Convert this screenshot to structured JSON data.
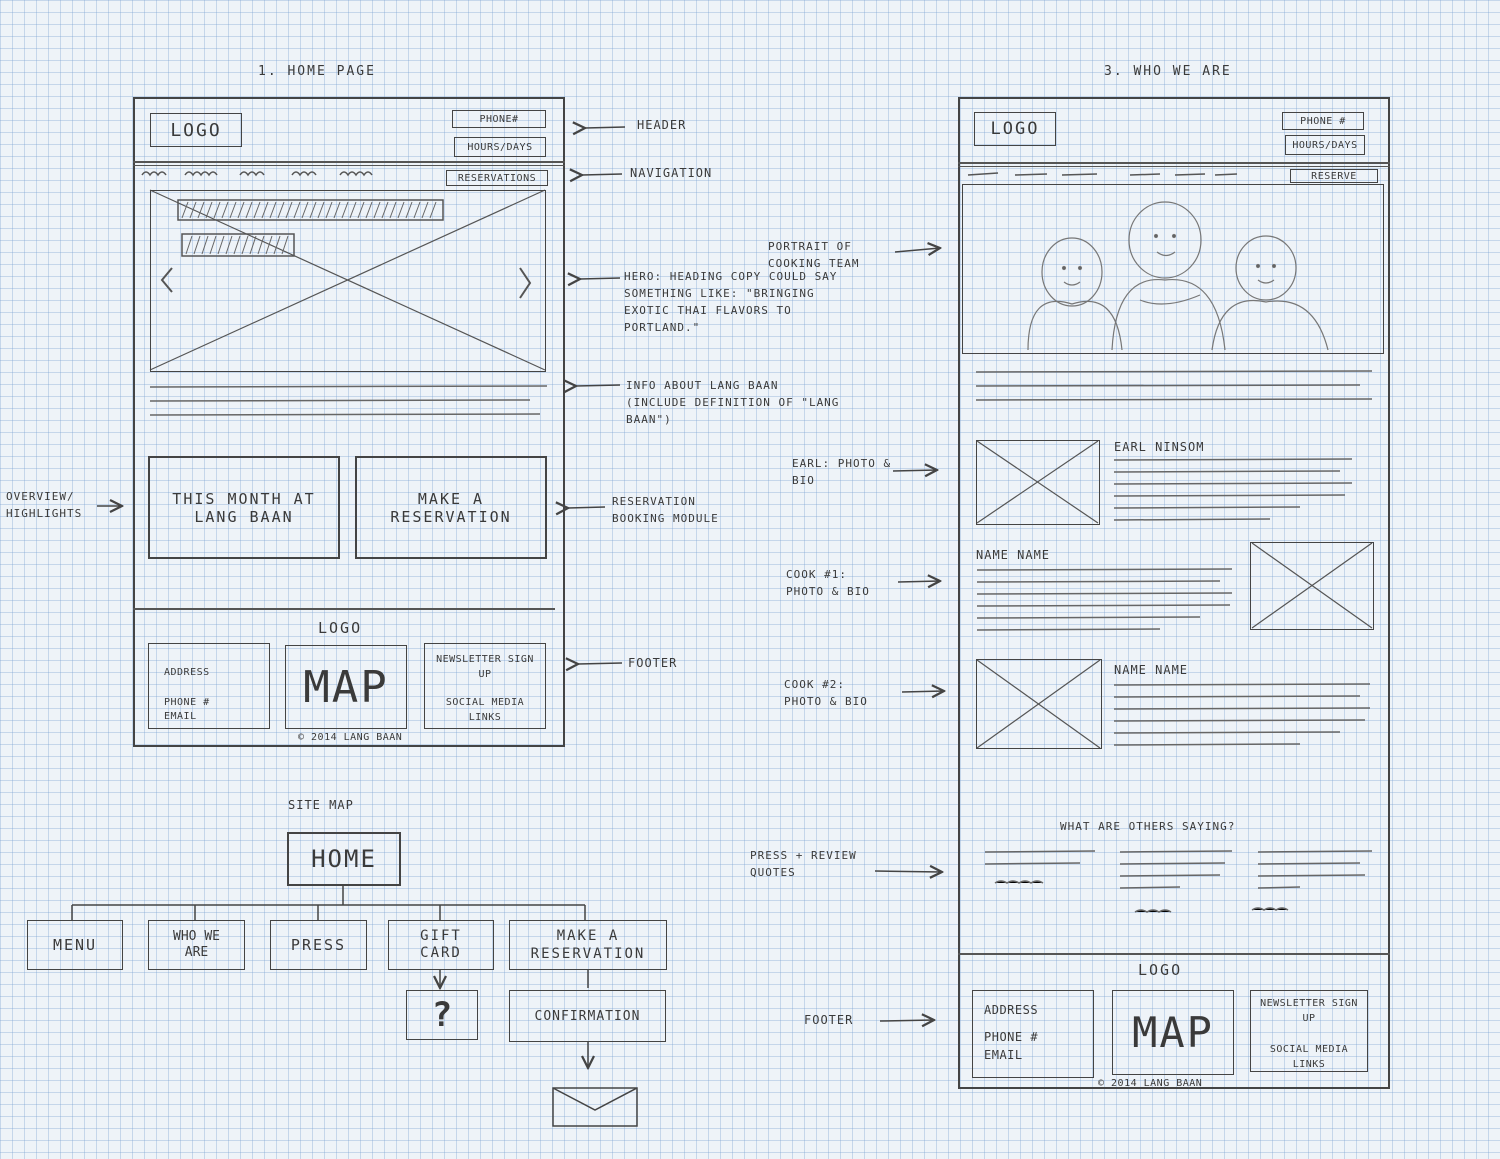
{
  "home_page": {
    "title": "1. HOME PAGE",
    "logo": "LOGO",
    "phone": "PHONE#",
    "hours": "HOURS/DAYS",
    "reservations_button": "RESERVATIONS",
    "overview_left": "THIS MONTH AT LANG BAAN",
    "overview_right": "MAKE A RESERVATION",
    "footer_logo": "LOGO",
    "footer_address": "ADDRESS",
    "footer_phone": "PHONE #",
    "footer_email": "EMAIL",
    "footer_map": "MAP",
    "footer_newsletter": "NEWSLETTER SIGN UP",
    "footer_social": "SOCIAL MEDIA LINKS",
    "copyright": "© 2014 LANG BAAN"
  },
  "home_annotations": {
    "header": "HEADER",
    "navigation": "NAVIGATION",
    "hero": "HERO: HEADING COPY COULD SAY SOMETHING LIKE: \"BRINGING EXOTIC THAI FLAVORS TO PORTLAND.\"",
    "info": "INFO ABOUT LANG BAAN (INCLUDE DEFINITION OF \"LANG BAAN\")",
    "overview": "OVERVIEW/ HIGHLIGHTS",
    "reservation": "RESERVATION BOOKING MODULE",
    "footer": "FOOTER"
  },
  "who_we_are": {
    "title": "3. WHO WE ARE",
    "logo": "LOGO",
    "phone": "PHONE #",
    "hours": "HOURS/DAYS",
    "reservations_button": "RESERVE",
    "earl_name": "EARL NINSOM",
    "cook1_name": "NAME NAME",
    "cook2_name": "NAME NAME",
    "quotes_heading": "WHAT ARE OTHERS SAYING?",
    "footer_logo": "LOGO",
    "footer_address": "ADDRESS",
    "footer_phone": "PHONE #",
    "footer_email": "EMAIL",
    "footer_map": "MAP",
    "footer_newsletter": "NEWSLETTER SIGN UP",
    "footer_social": "SOCIAL MEDIA LINKS",
    "copyright": "© 2014 LANG BAAN"
  },
  "who_annotations": {
    "portrait": "PORTRAIT OF COOKING TEAM",
    "earl": "EARL: PHOTO & BIO",
    "cook1": "COOK #1: PHOTO & BIO",
    "cook2": "COOK #2: PHOTO & BIO",
    "press": "PRESS + REVIEW QUOTES",
    "footer": "FOOTER"
  },
  "site_map": {
    "title": "SITE MAP",
    "home": "HOME",
    "menu": "MENU",
    "who_we_are": "WHO WE ARE",
    "press": "PRESS",
    "gift_card": "GIFT CARD",
    "make_reservation": "MAKE A RESERVATION",
    "unknown": "?",
    "confirmation": "CONFIRMATION"
  }
}
